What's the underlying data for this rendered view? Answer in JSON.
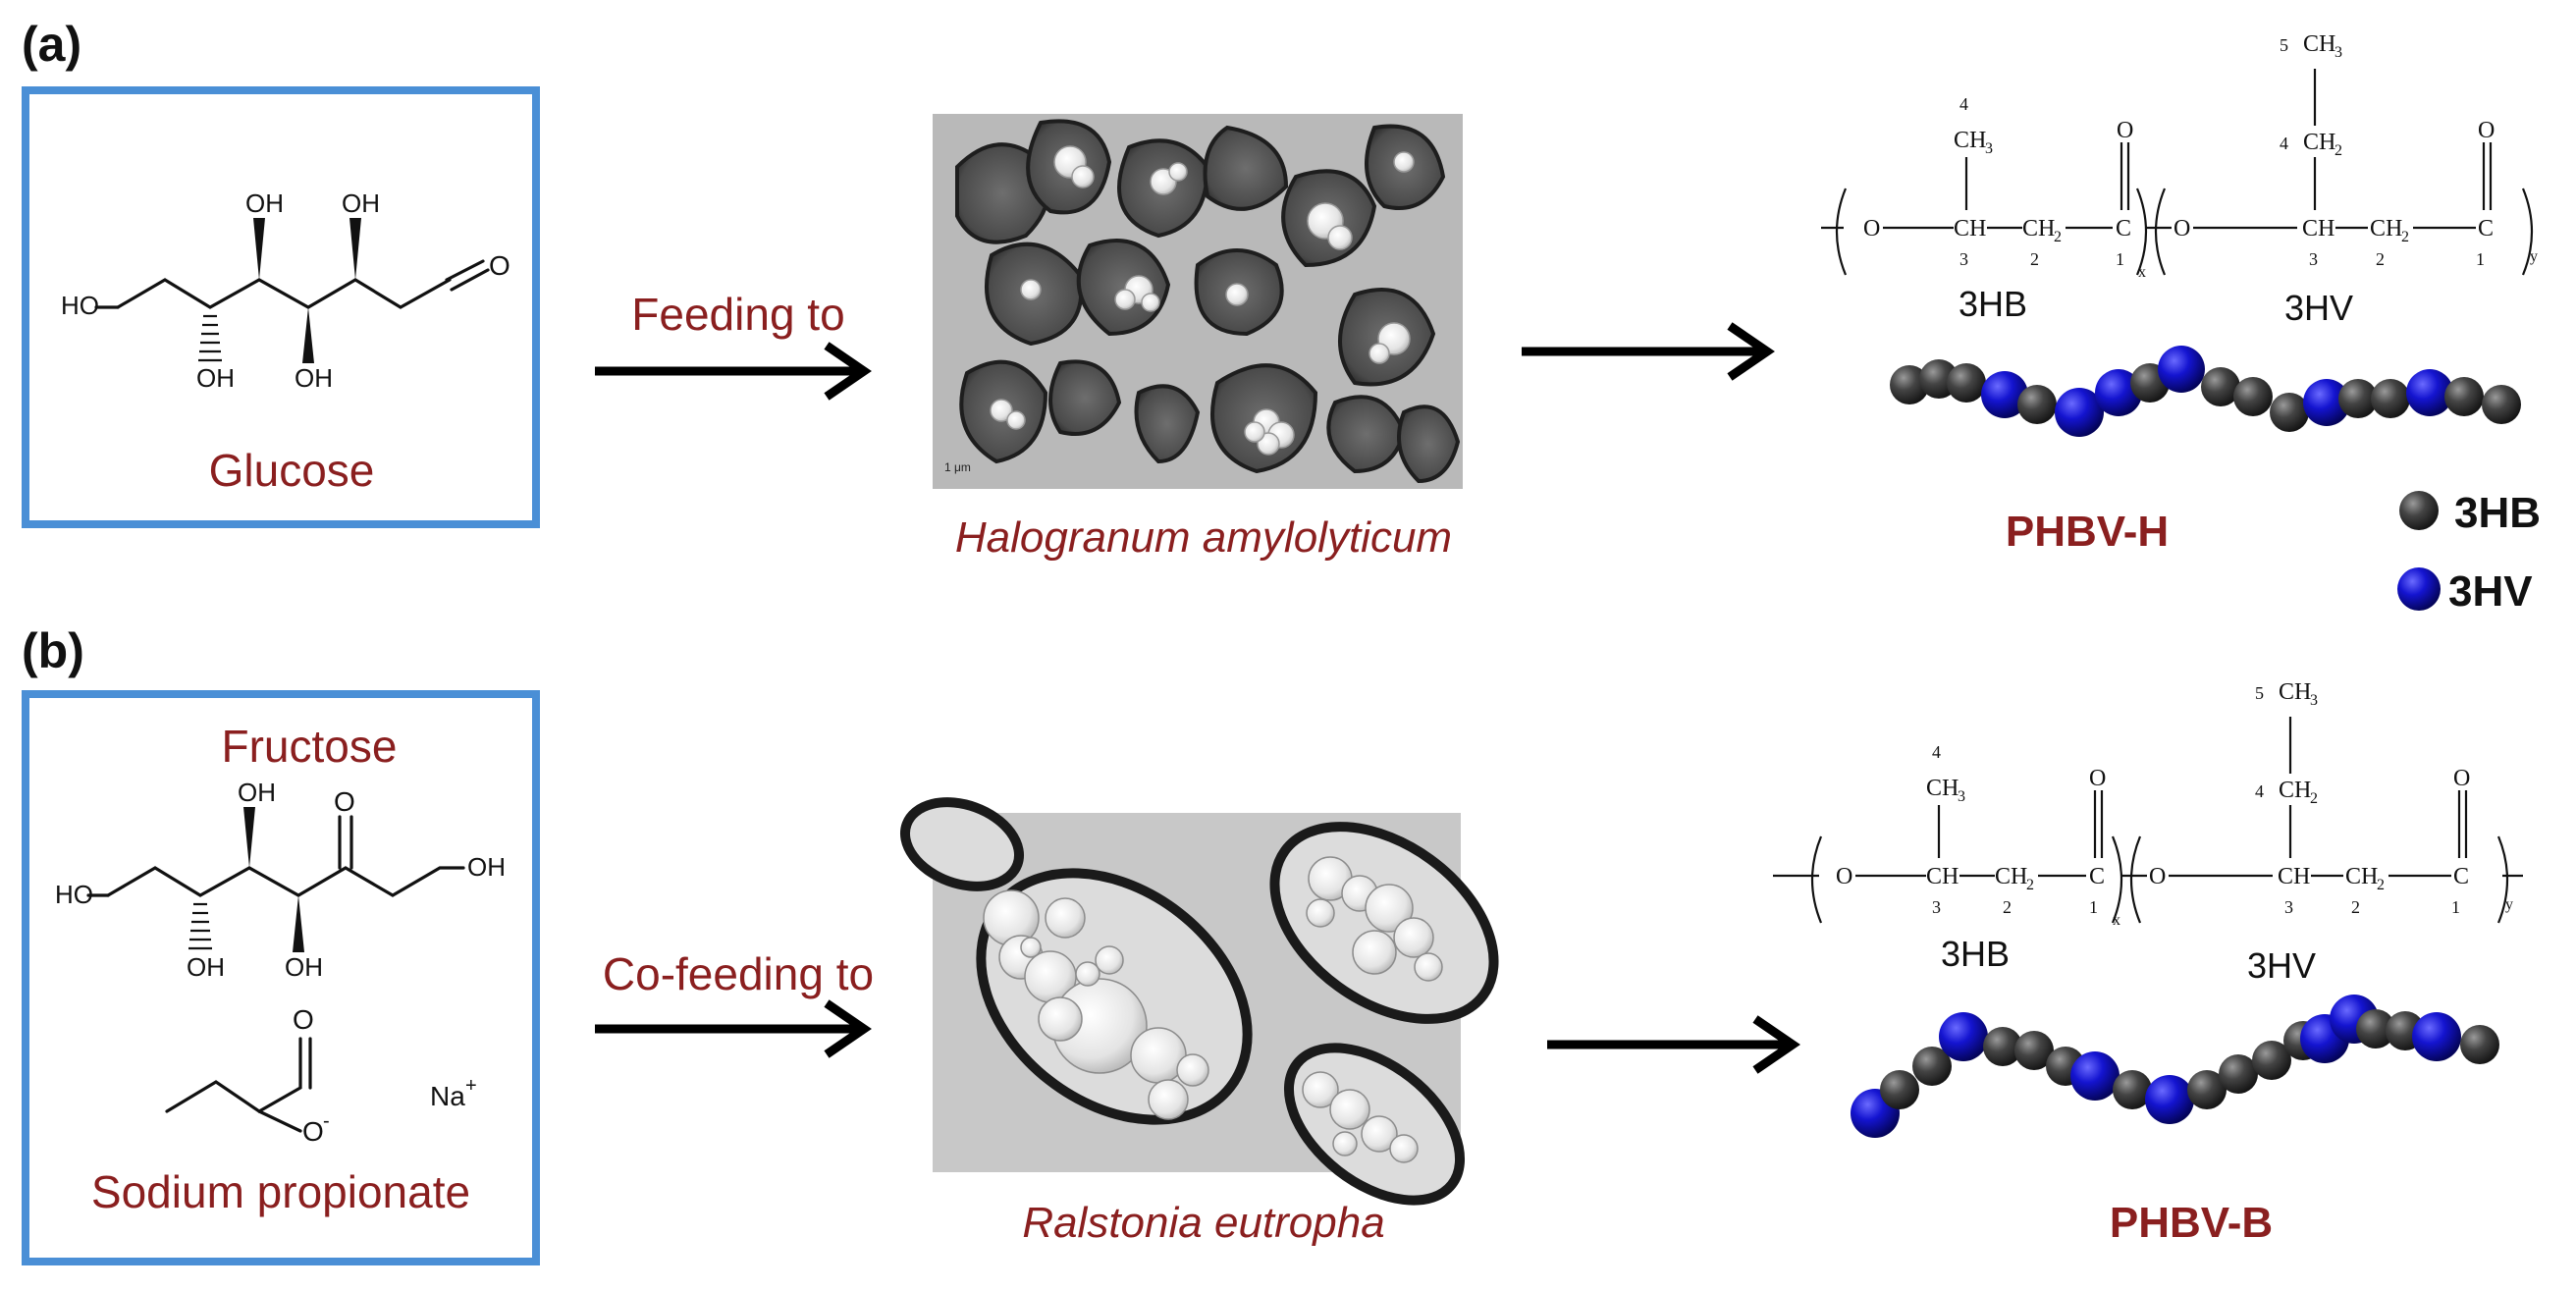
{
  "panel_a": {
    "label": "(a)",
    "substrate_name": "Glucose",
    "substrate_atoms": {
      "oh1": "OH",
      "oh2": "OH",
      "oh3": "OH",
      "oh4": "OH",
      "ho": "HO",
      "o": "O"
    },
    "arrow_label": "Feeding to",
    "organism": "Halogranum amylolyticum",
    "micrograph_scale": "1 μm",
    "monomer1": "3HB",
    "monomer2": "3HV",
    "product": "PHBV-H"
  },
  "panel_b": {
    "label": "(b)",
    "substrate1_name": "Fructose",
    "substrate1_atoms": {
      "oh1": "OH",
      "o": "O",
      "oh_end": "OH",
      "ho": "HO",
      "oh2": "OH",
      "oh3": "OH"
    },
    "substrate2_name": "Sodium propionate",
    "substrate2_atoms": {
      "o": "O",
      "ominus": "O",
      "minus": "-",
      "na": "Na",
      "plus": "+"
    },
    "arrow_label": "Co-feeding to",
    "organism": "Ralstonia eutropha",
    "monomer1": "3HB",
    "monomer2": "3HV",
    "product": "PHBV-B"
  },
  "legend": {
    "items": [
      {
        "label": "3HB",
        "color": "#3a3a3a"
      },
      {
        "label": "3HV",
        "color": "#1010c8"
      }
    ]
  },
  "formula": {
    "o": "O",
    "ch": "CH",
    "ch2": "CH",
    "two": "2",
    "c": "C",
    "ch3": "CH",
    "three": "3",
    "n1": "1",
    "n2": "2",
    "n3": "3",
    "n4": "4",
    "n5": "5",
    "x": "x",
    "y": "y",
    "carbonyl_o": "O"
  },
  "colors": {
    "accent_red": "#8a1f1f",
    "box_blue": "#4a8fd6",
    "hb_bead": "#3a3a3a",
    "hv_bead": "#1010c8"
  }
}
